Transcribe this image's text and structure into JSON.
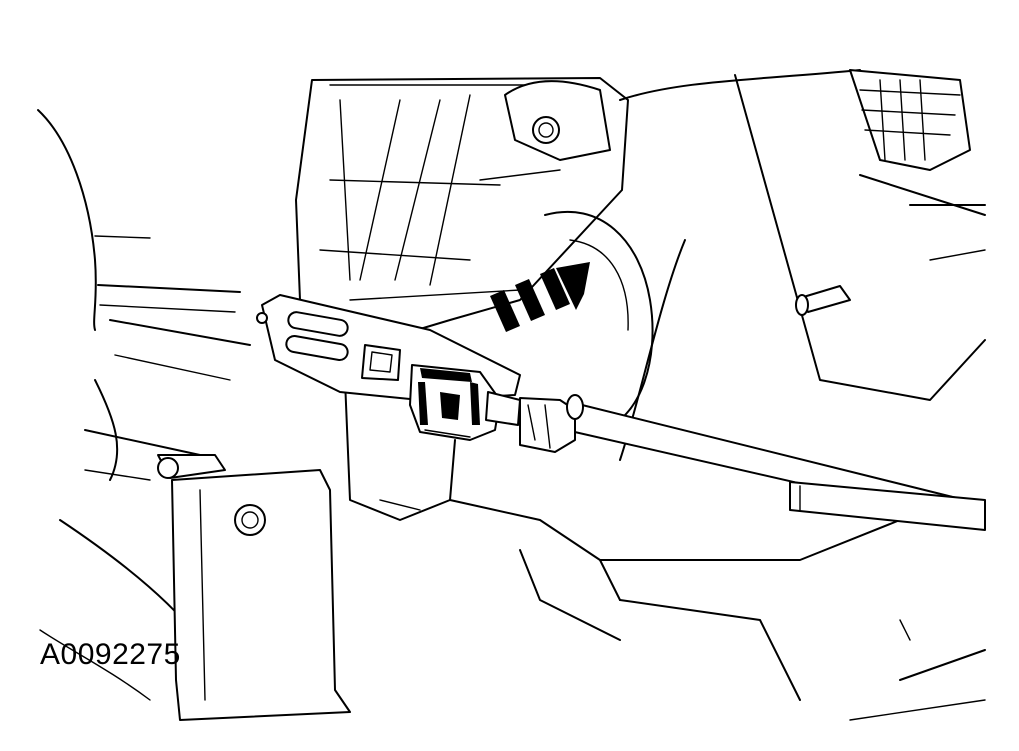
{
  "figure": {
    "id_label": "A0092275",
    "style": "black line drawing on white",
    "colors": {
      "line": "#000000",
      "background": "#ffffff"
    },
    "callout": "direction-arrow-pointing-up-right"
  }
}
